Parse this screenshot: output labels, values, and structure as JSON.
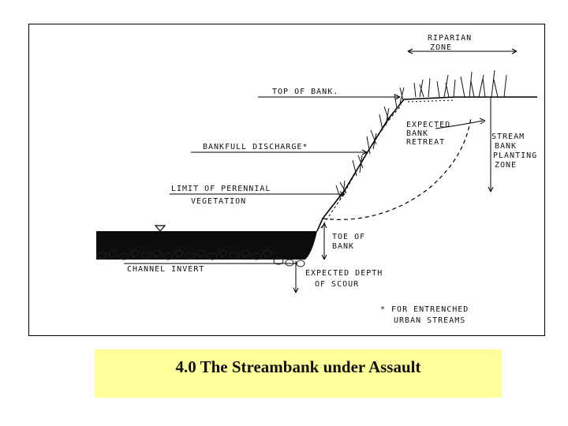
{
  "diagram": {
    "labels": {
      "riparian_zone_1": "RIPARIAN",
      "riparian_zone_2": "ZONE",
      "top_of_bank": "TOP OF BANK.",
      "expected_bank_retreat_1": "EXPECTED",
      "expected_bank_retreat_2": "BANK",
      "expected_bank_retreat_3": "RETREAT",
      "stream_bank_planting_zone_1": "STREAM",
      "stream_bank_planting_zone_2": "BANK",
      "stream_bank_planting_zone_3": "PLANTING",
      "stream_bank_planting_zone_4": "ZONE",
      "bankfull_discharge": "BANKFULL DISCHARGE*",
      "limit_perennial_1": "LIMIT OF PERENNIAL",
      "limit_perennial_2": "VEGETATION",
      "toe_of_bank_1": "TOE OF",
      "toe_of_bank_2": "BANK",
      "channel_invert": "CHANNEL INVERT",
      "expected_depth_scour_1": "EXPECTED DEPTH",
      "expected_depth_scour_2": "OF SCOUR",
      "footnote_1": "* FOR ENTRENCHED",
      "footnote_2": "URBAN STREAMS"
    }
  },
  "caption": {
    "title": "4.0 The Streambank under Assault"
  }
}
